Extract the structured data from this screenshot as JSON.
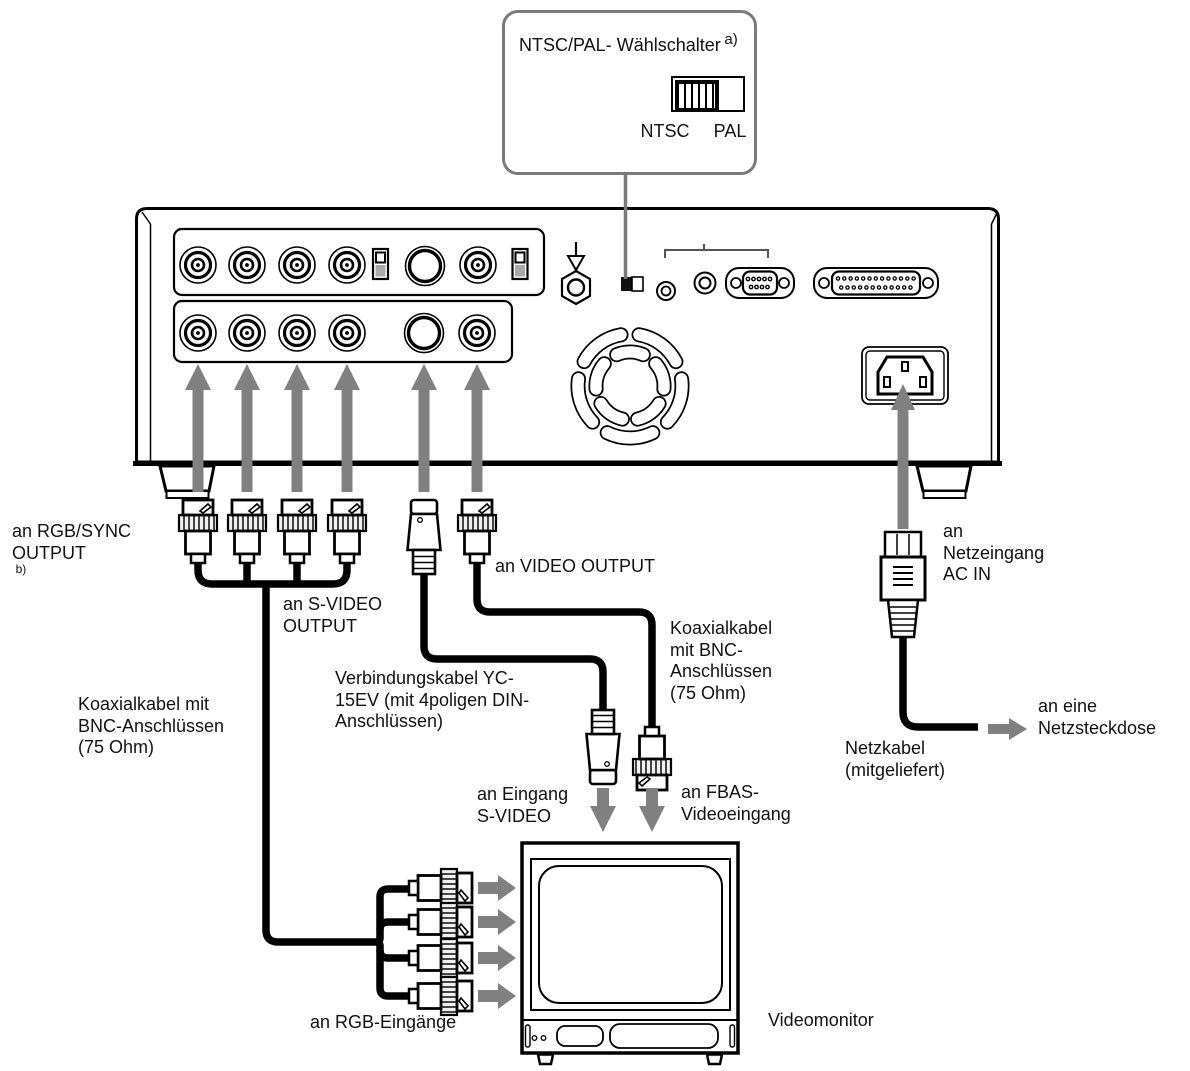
{
  "colors": {
    "arrow_gray": "#808080",
    "callout_border": "#7a7a7a",
    "ink": "#111111"
  },
  "callout": {
    "line1": "NTSC/PAL-",
    "line2": "Wählschalter",
    "sup": "a)",
    "ntsc": "NTSC",
    "pal": "PAL"
  },
  "labels": {
    "rgb_sync": {
      "l1": "an RGB/SYNC",
      "l2": "OUTPUT",
      "sup": "b)"
    },
    "svideo_output": {
      "l1": "an S-VIDEO",
      "l2": "OUTPUT"
    },
    "video_output": {
      "l1": "an VIDEO OUTPUT"
    },
    "koax_left": {
      "l1": "Koaxialkabel mit",
      "l2": "BNC-Anschlüssen",
      "l3": "(75 Ohm)"
    },
    "verbindungskabel": {
      "l1": "Verbindungskabel YC-",
      "l2": "15EV (mit 4poligen DIN-",
      "l3": "Anschlüssen)"
    },
    "koax_right": {
      "l1": "Koaxialkabel",
      "l2": "mit BNC-",
      "l3": "Anschlüssen",
      "l4": "(75 Ohm)"
    },
    "eingang_svideo": {
      "l1": "an Eingang",
      "l2": "S-VIDEO"
    },
    "fbas": {
      "l1": "an FBAS-",
      "l2": "Videoeingang"
    },
    "netzeingang": {
      "l1": "an",
      "l2": "Netzeingang",
      "l3": "AC IN"
    },
    "netzkabel": {
      "l1": "Netzkabel",
      "l2": "(mitgeliefert)"
    },
    "netzsteckdose": {
      "l1": "an eine",
      "l2": "Netzsteckdose"
    },
    "rgb_eingaenge": {
      "l1": "an RGB-Eingänge"
    },
    "videomonitor": {
      "l1": "Videomonitor"
    }
  }
}
